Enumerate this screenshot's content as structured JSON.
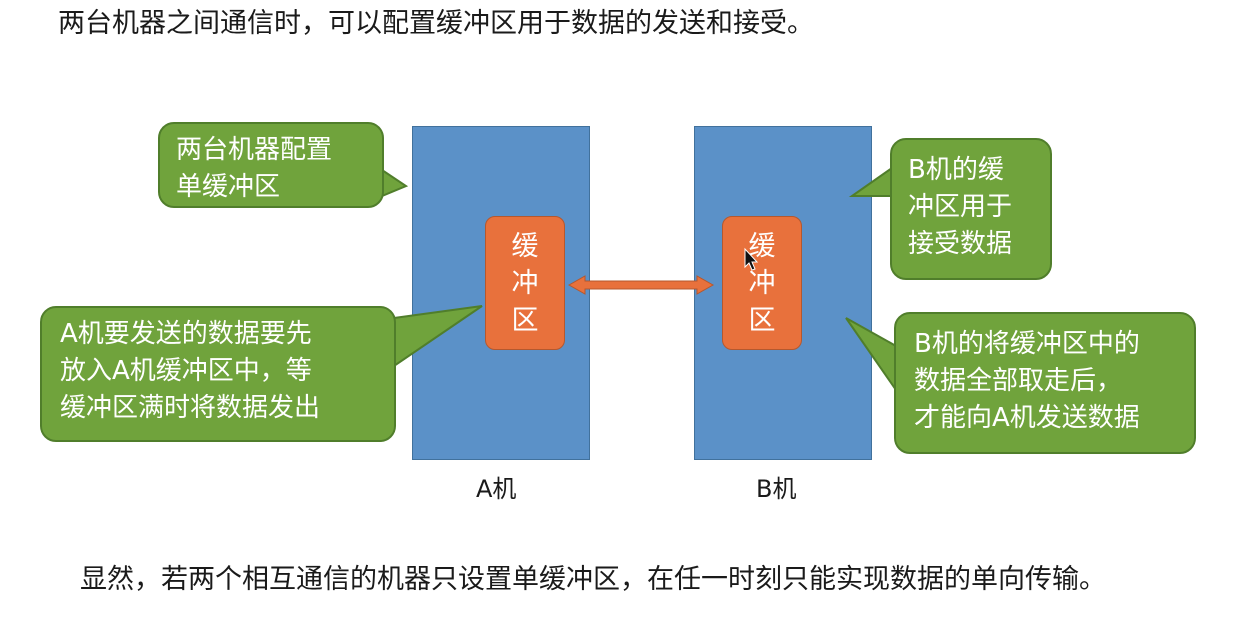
{
  "heading": "两台机器之间通信时，可以配置缓冲区用于数据的发送和接受。",
  "conclusion": "显然，若两个相互通信的机器只设置单缓冲区，在任一时刻只能实现数据的单向传输。",
  "machines": [
    {
      "label": "A机",
      "buffer_label": "缓冲区"
    },
    {
      "label": "B机",
      "buffer_label": "缓冲区"
    }
  ],
  "callouts": [
    {
      "text": "两台机器配置\n单缓冲区"
    },
    {
      "text": "A机要发送的数据要先\n放入A机缓冲区中，等\n缓冲区满时将数据发出"
    },
    {
      "text": "B机的缓\n冲区用于\n接受数据"
    },
    {
      "text": "B机的将缓冲区中的\n数据全部取走后，\n才能向A机发送数据"
    }
  ],
  "colors": {
    "machine": "#5b91c8",
    "buffer": "#e8713c",
    "callout": "#70a33c",
    "arrow": "#e8713c"
  }
}
